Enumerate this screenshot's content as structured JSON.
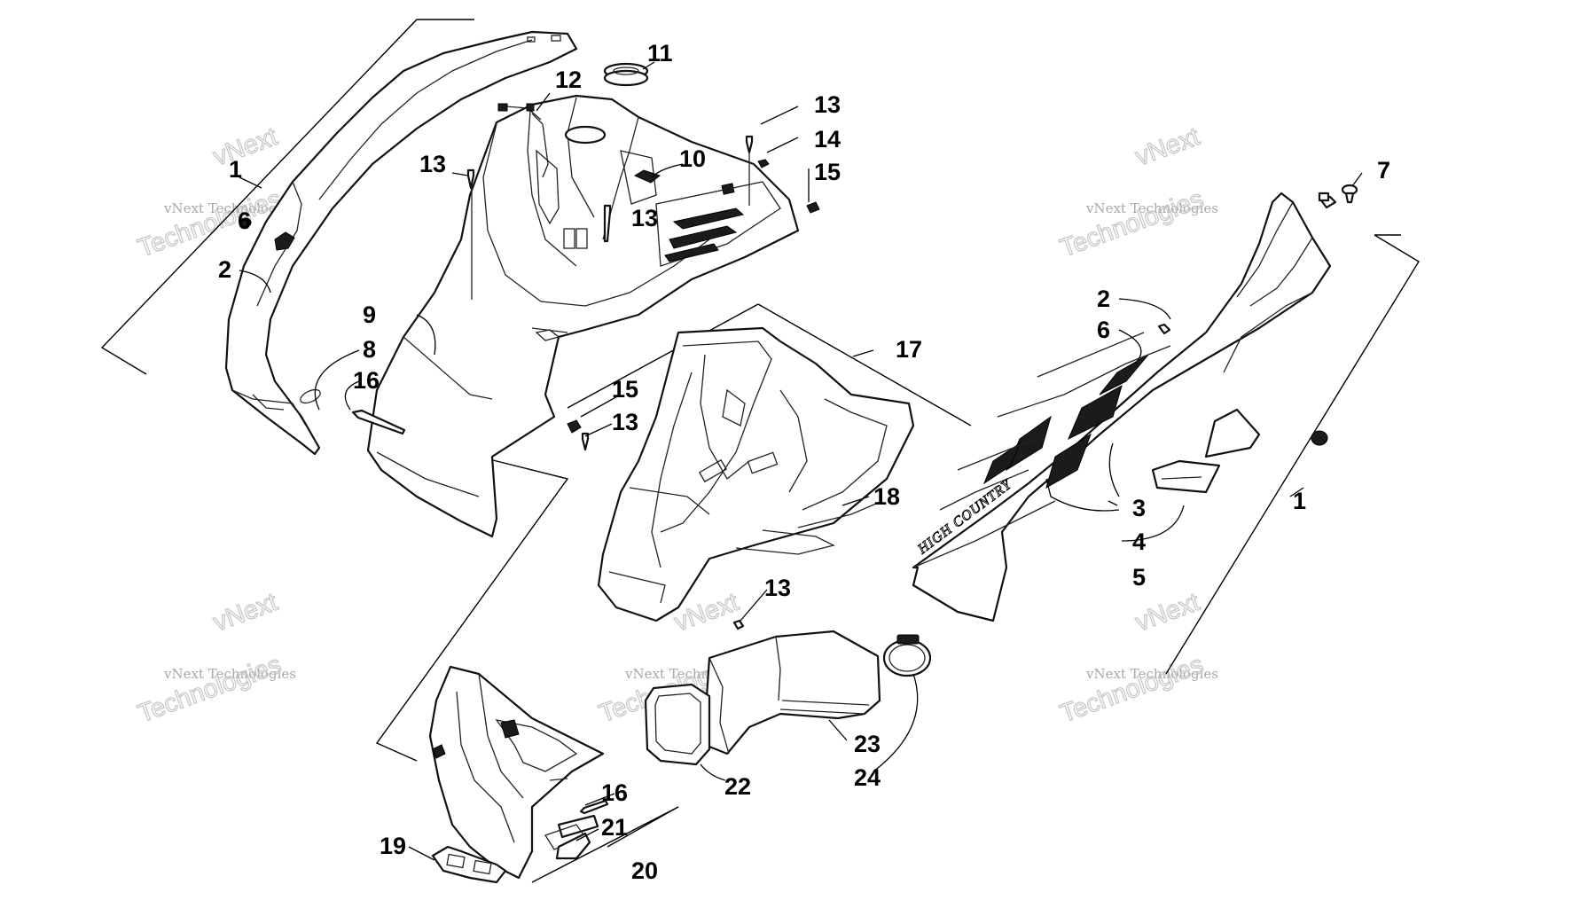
{
  "watermarks": [
    {
      "line1": "vNext",
      "line2": "vNext Technologies",
      "line3": "Technologies"
    },
    {
      "line1": "vNext",
      "line2": "vNext Technologies",
      "line3": "Technologies"
    },
    {
      "line1": "vNext",
      "line2": "vNext Technologies",
      "line3": "Technologies"
    },
    {
      "line1": "vNext",
      "line2": "vNext Technologies",
      "line3": "Technologies"
    },
    {
      "line1": "vNext",
      "line2": "vNext Technologies",
      "line3": "Technologies"
    }
  ],
  "decal_text": "HIGH COUNTRY",
  "callouts": [
    "1",
    "6",
    "2",
    "8",
    "16",
    "9",
    "13",
    "12",
    "11",
    "13",
    "10",
    "13",
    "14",
    "15",
    "13",
    "15",
    "13",
    "17",
    "18",
    "13",
    "22",
    "23",
    "24",
    "16",
    "21",
    "19",
    "20",
    "7",
    "2",
    "6",
    "3",
    "4",
    "5",
    "1"
  ]
}
